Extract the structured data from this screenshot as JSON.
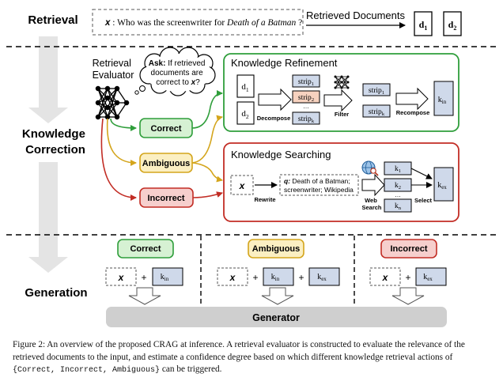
{
  "sections": {
    "retrieval": "Retrieval",
    "knowledge_correction": [
      "Knowledge",
      "Correction"
    ],
    "generation": "Generation"
  },
  "query": {
    "var": "x",
    "text_before": ": Who was the screenwriter for ",
    "text_italic": "Death of a Batman",
    "text_after": "?"
  },
  "retrieved": {
    "label": "Retrieved Documents",
    "docs": [
      {
        "base": "d",
        "sub": "1"
      },
      {
        "base": "d",
        "sub": "2"
      }
    ]
  },
  "evaluator": {
    "label": [
      "Retrieval",
      "Evaluator"
    ],
    "ask_lines": [
      "If retrieved",
      "documents are",
      "correct to "
    ],
    "ask_prefix": "Ask:",
    "ask_var": "x",
    "ask_end": "?"
  },
  "actions": {
    "correct": "Correct",
    "ambiguous": "Ambiguous",
    "incorrect": "Incorrect"
  },
  "refinement": {
    "title": "Knowledge Refinement",
    "docs": [
      {
        "base": "d",
        "sub": "1"
      },
      {
        "base": "d",
        "sub": "2"
      }
    ],
    "decompose": "Decompose",
    "strips": [
      {
        "base": "strip",
        "sub": "1"
      },
      {
        "base": "strip",
        "sub": "2"
      },
      {
        "base": "strip",
        "sub": "k"
      }
    ],
    "filter": "Filter",
    "kept": [
      {
        "base": "strip",
        "sub": "1"
      },
      {
        "base": "strip",
        "sub": "k"
      }
    ],
    "recompose": "Recompose",
    "output": {
      "base": "k",
      "sub": "in"
    }
  },
  "searching": {
    "title": "Knowledge Searching",
    "var": "x",
    "rewrite": "Rewrite",
    "q_prefix": "q:",
    "q_lines": [
      "Death of a Batman;",
      "screenwriter; Wikipedia"
    ],
    "web_search": [
      "Web",
      "Search"
    ],
    "results": [
      {
        "base": "k",
        "sub": "1"
      },
      {
        "base": "k",
        "sub": "2"
      },
      {
        "base": "k",
        "sub": "n"
      }
    ],
    "select": "Select",
    "output": {
      "base": "k",
      "sub": "ex"
    }
  },
  "generation": {
    "columns": [
      {
        "label": "Correct",
        "items": [
          {
            "base": "k",
            "sub": "in"
          }
        ]
      },
      {
        "label": "Ambiguous",
        "items": [
          {
            "base": "k",
            "sub": "in"
          },
          {
            "base": "k",
            "sub": "ex"
          }
        ]
      },
      {
        "label": "Incorrect",
        "items": [
          {
            "base": "k",
            "sub": "ex"
          }
        ]
      }
    ],
    "var": "x",
    "plus": "+",
    "generator": "Generator"
  },
  "colors": {
    "green": "#2f9e3b",
    "green_fill": "#d6f1d3",
    "yellow": "#d4a51c",
    "yellow_fill": "#fbefc2",
    "red": "#c22d25",
    "red_fill": "#f6cfcd",
    "blue_fill": "#cfd9ea",
    "peach_fill": "#f7d2bf",
    "gray_arrow": "#e4e4e4",
    "generator_fill": "#cfcfcf"
  },
  "caption": {
    "lead": "Figure 2: An overview of the proposed CRAG at inference. A retrieval evaluator is constructed to evaluate the relevance of the retrieved documents to the input, and estimate a confidence degree based on which different knowledge retrieval actions of ",
    "code": "{Correct, Incorrect, Ambiguous}",
    "tail": " can be triggered."
  }
}
